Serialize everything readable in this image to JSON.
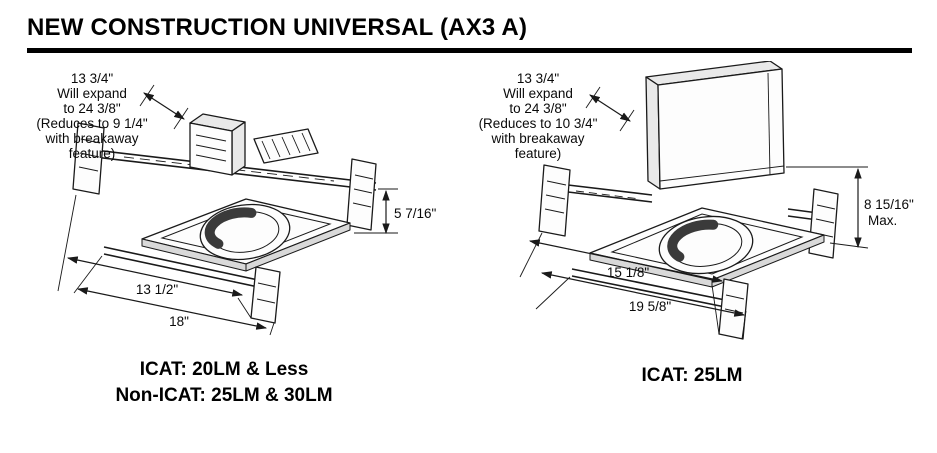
{
  "palette": {
    "ink": "#000000",
    "paper": "#ffffff"
  },
  "title": "NEW CONSTRUCTION UNIVERSAL (AX3 A)",
  "figures": [
    {
      "expand_note": [
        "13 3/4\"",
        "Will expand",
        "to 24 3/8\"",
        "(Reduces to 9 1/4\"",
        "with breakaway",
        "feature)"
      ],
      "height_dim": "5 7/16\"",
      "inner_width": "13 1/2\"",
      "outer_width": "18\"",
      "caption": [
        "ICAT: 20LM & Less",
        "Non-ICAT: 25LM & 30LM"
      ]
    },
    {
      "expand_note": [
        "13 3/4\"",
        "Will expand",
        "to 24 3/8\"",
        "(Reduces to 10 3/4\"",
        "with breakaway",
        "feature)"
      ],
      "height_dim": "8 15/16\"",
      "height_note": "Max.",
      "inner_width": "15 1/8\"",
      "outer_width": "19 5/8\"",
      "caption": [
        "ICAT: 25LM"
      ]
    }
  ]
}
